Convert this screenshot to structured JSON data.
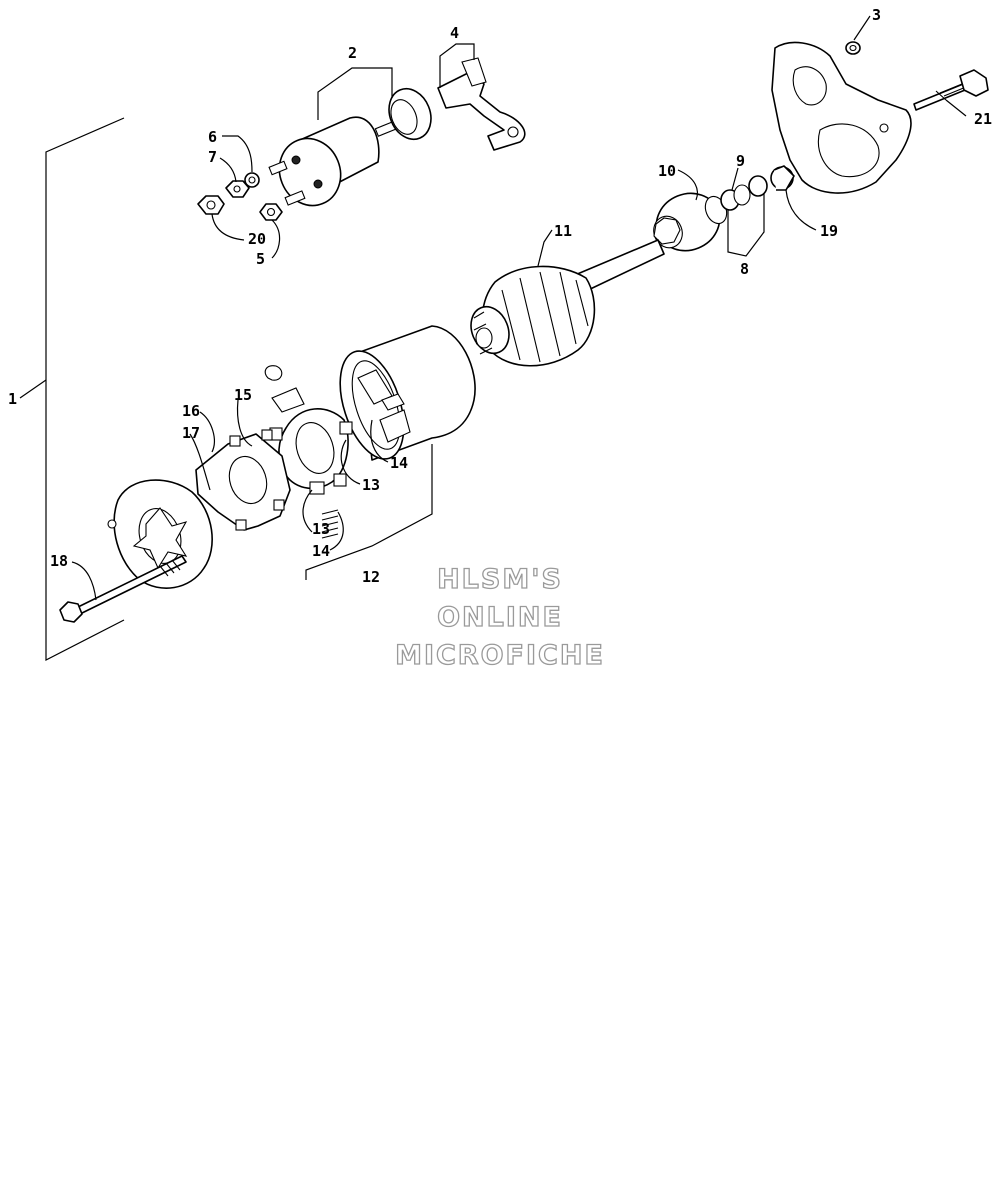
{
  "diagram": {
    "callouts": [
      {
        "id": "c1",
        "label": "1"
      },
      {
        "id": "c2",
        "label": "2"
      },
      {
        "id": "c3",
        "label": "3"
      },
      {
        "id": "c4",
        "label": "4"
      },
      {
        "id": "c5",
        "label": "5"
      },
      {
        "id": "c6",
        "label": "6"
      },
      {
        "id": "c7",
        "label": "7"
      },
      {
        "id": "c8",
        "label": "8"
      },
      {
        "id": "c9",
        "label": "9"
      },
      {
        "id": "c10",
        "label": "10"
      },
      {
        "id": "c11",
        "label": "11"
      },
      {
        "id": "c12",
        "label": "12"
      },
      {
        "id": "c13a",
        "label": "13"
      },
      {
        "id": "c13b",
        "label": "13"
      },
      {
        "id": "c14a",
        "label": "14"
      },
      {
        "id": "c14b",
        "label": "14"
      },
      {
        "id": "c15",
        "label": "15"
      },
      {
        "id": "c16",
        "label": "16"
      },
      {
        "id": "c17",
        "label": "17"
      },
      {
        "id": "c18",
        "label": "18"
      },
      {
        "id": "c19",
        "label": "19"
      },
      {
        "id": "c20",
        "label": "20"
      },
      {
        "id": "c21",
        "label": "21"
      }
    ],
    "watermark": {
      "line1": "HLSM'S",
      "line2": "ONLINE",
      "line3": "MICROFICHE"
    }
  }
}
